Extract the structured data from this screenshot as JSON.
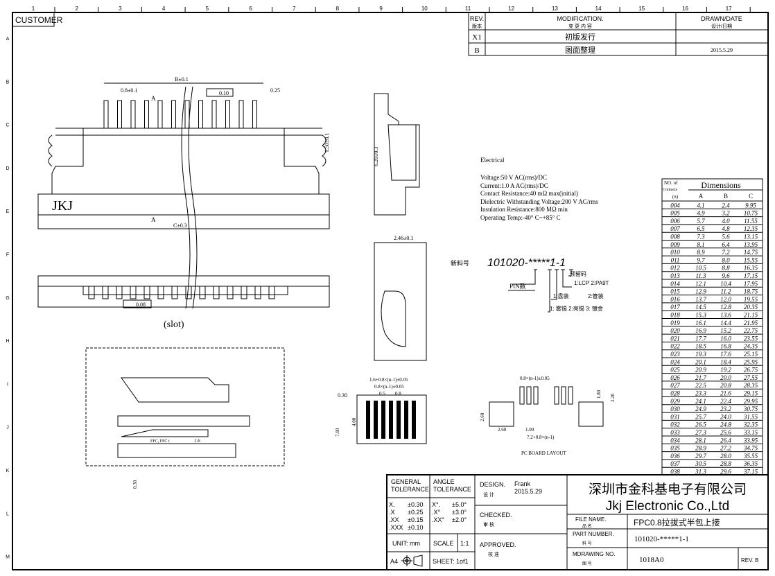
{
  "frame": {
    "columns": [
      "1",
      "2",
      "3",
      "4",
      "5",
      "6",
      "7",
      "8",
      "9",
      "10",
      "11",
      "12",
      "13",
      "14",
      "15",
      "16",
      "17"
    ],
    "rows": [
      "A",
      "B",
      "C",
      "D",
      "E",
      "F",
      "G",
      "H",
      "I",
      "J",
      "K",
      "L",
      "M"
    ],
    "customer_label": "CUSTOMER"
  },
  "revision_table": {
    "headers": {
      "rev": "REV.",
      "rev_cn": "版本",
      "mod": "MODIFICATION.",
      "mod_cn": "变 更 内 容",
      "drawn": "DRAWN/DATE",
      "drawn_cn": "设计/日期"
    },
    "rows": [
      {
        "rev": "X1",
        "mod": "初版发行",
        "date": ""
      },
      {
        "rev": "B",
        "mod": "图面整理",
        "date": "2015.5.29"
      }
    ]
  },
  "electrical": {
    "title": "Electrical",
    "lines": [
      "Voltage:50 V AC(rms)/DC",
      "Current:1.0 A AC(rms)/DC",
      "Contact Resistance:40 mΩ  max(initial)",
      "Dielectric Withstanding Voltage:200 V AC/rms",
      "Insulation Resistance:800 MΩ  min",
      "Operating Temp:-40° C~+85° C"
    ]
  },
  "part_code": {
    "label": "新料号",
    "code": "101020-*****1-1",
    "legend": {
      "reserved": "预留码",
      "material": "1:LCP  2:PA9T",
      "packing_1": "1:盘装",
      "packing_2": "2:管装",
      "plating": "1: 雾锡  2:亮锡  3: 镀金",
      "pin": "PIN数"
    }
  },
  "dimensions_table": {
    "title": "Dimensions",
    "contacts_header": [
      "NO. of",
      "Contacts",
      "(n)"
    ],
    "columns": [
      "A",
      "B",
      "C"
    ],
    "rows": [
      [
        "004",
        "4.1",
        "2.4",
        "9.95"
      ],
      [
        "005",
        "4.9",
        "3.2",
        "10.75"
      ],
      [
        "006",
        "5.7",
        "4.0",
        "11.55"
      ],
      [
        "007",
        "6.5",
        "4.8",
        "12.35"
      ],
      [
        "008",
        "7.3",
        "5.6",
        "13.15"
      ],
      [
        "009",
        "8.1",
        "6.4",
        "13.95"
      ],
      [
        "010",
        "8.9",
        "7.2",
        "14.75"
      ],
      [
        "011",
        "9.7",
        "8.0",
        "15.55"
      ],
      [
        "012",
        "10.5",
        "8.8",
        "16.35"
      ],
      [
        "013",
        "11.3",
        "9.6",
        "17.15"
      ],
      [
        "014",
        "12.1",
        "10.4",
        "17.95"
      ],
      [
        "015",
        "12.9",
        "11.2",
        "18.75"
      ],
      [
        "016",
        "13.7",
        "12.0",
        "19.55"
      ],
      [
        "017",
        "14.5",
        "12.8",
        "20.35"
      ],
      [
        "018",
        "15.3",
        "13.6",
        "21.15"
      ],
      [
        "019",
        "16.1",
        "14.4",
        "21.95"
      ],
      [
        "020",
        "16.9",
        "15.2",
        "22.75"
      ],
      [
        "021",
        "17.7",
        "16.0",
        "23.55"
      ],
      [
        "022",
        "18.5",
        "16.8",
        "24.35"
      ],
      [
        "023",
        "19.3",
        "17.6",
        "25.15"
      ],
      [
        "024",
        "20.1",
        "18.4",
        "25.95"
      ],
      [
        "025",
        "20.9",
        "19.2",
        "26.75"
      ],
      [
        "026",
        "21.7",
        "20.0",
        "27.55"
      ],
      [
        "027",
        "22.5",
        "20.8",
        "28.35"
      ],
      [
        "028",
        "23.3",
        "21.6",
        "29.15"
      ],
      [
        "029",
        "24.1",
        "22.4",
        "29.95"
      ],
      [
        "030",
        "24.9",
        "23.2",
        "30.75"
      ],
      [
        "031",
        "25.7",
        "24.0",
        "31.55"
      ],
      [
        "032",
        "26.5",
        "24.8",
        "32.35"
      ],
      [
        "033",
        "27.3",
        "25.6",
        "33.15"
      ],
      [
        "034",
        "28.1",
        "26.4",
        "33.95"
      ],
      [
        "035",
        "28.9",
        "27.2",
        "34.75"
      ],
      [
        "036",
        "29.7",
        "28.0",
        "35.55"
      ],
      [
        "037",
        "30.5",
        "28.8",
        "36.35"
      ],
      [
        "038",
        "31.3",
        "29.6",
        "37.15"
      ]
    ]
  },
  "drawing_labels": {
    "b_dim": "B±0.1",
    "pitch": "0.8±0.1",
    "flatness": "0.10",
    "t025": "0.25",
    "h150": "1.50±0.1",
    "section_a": "A",
    "c_dim": "C±0.3",
    "brand": "JKJ",
    "slot": "(slot)",
    "flat008": "0.08",
    "h620": "6.20±0.3",
    "w246": "2.46±0.1",
    "pad_total": "1.6+0.8×(n-1)±0.05",
    "pad_span": "0.8×(n-1)±0.05",
    "pad_w": "0.5",
    "pad_p": "0.8",
    "t030": "0.30",
    "h700": "7.00",
    "h400": "4.00",
    "pcb_span": "0.8×(n-1)±0.05",
    "pcb_180": "1.80",
    "pcb_220": "2.20",
    "pcb_260a": "2.60",
    "pcb_260b": "2.60",
    "pcb_100": "1.00",
    "pcb_total": "7.2+0.8×(n-1)",
    "pcb_title": "PC BOARD LAYOUT",
    "ffc": "FFC, FPC t",
    "ffc_16": "1.6",
    "ffc_030": "0.30"
  },
  "title_block": {
    "general_tol": [
      "GENERAL",
      "TOLERANCE"
    ],
    "angle_tol": [
      "ANGLE",
      "TOLERANCE"
    ],
    "gen_values": [
      [
        "X.",
        "±0.30"
      ],
      [
        ".X",
        "±0.25"
      ],
      [
        ".XX",
        "±0.15"
      ],
      [
        ".XXX",
        "±0.10"
      ]
    ],
    "ang_values": [
      [
        "X°.",
        "±5.0°"
      ],
      [
        ".X°",
        "±3.0°"
      ],
      [
        ".XX°",
        "±2.0°"
      ]
    ],
    "unit": "UNIT: mm",
    "scale_label": "SCALE",
    "scale": "1:1",
    "paper": "A4",
    "sheet": "SHEET: 1of1",
    "design_label": "DESIGN.",
    "design_cn": "设 计",
    "designer": "Frank",
    "design_date": "2015.5.29",
    "checked_label": "CHECKED.",
    "checked_cn": "审 核",
    "approved_label": "APPROVED.",
    "approved_cn": "核 准",
    "company_cn": "深圳市金科基电子有限公司",
    "company_en": "Jkj Electronic Co.,Ltd",
    "file_name_label": "FILE NAME.",
    "file_name_cn": "品 名",
    "file_name": "FPC0.8拉拔式半包上接",
    "part_number_label": "PART NUMBER.",
    "part_number_cn": "料 号",
    "part_number": "101020-*****1-1",
    "drawing_no_label": "MDRAWING NO.",
    "drawing_no_cn": "图 号",
    "drawing_no": "1018A0",
    "rev": "REV. B"
  }
}
